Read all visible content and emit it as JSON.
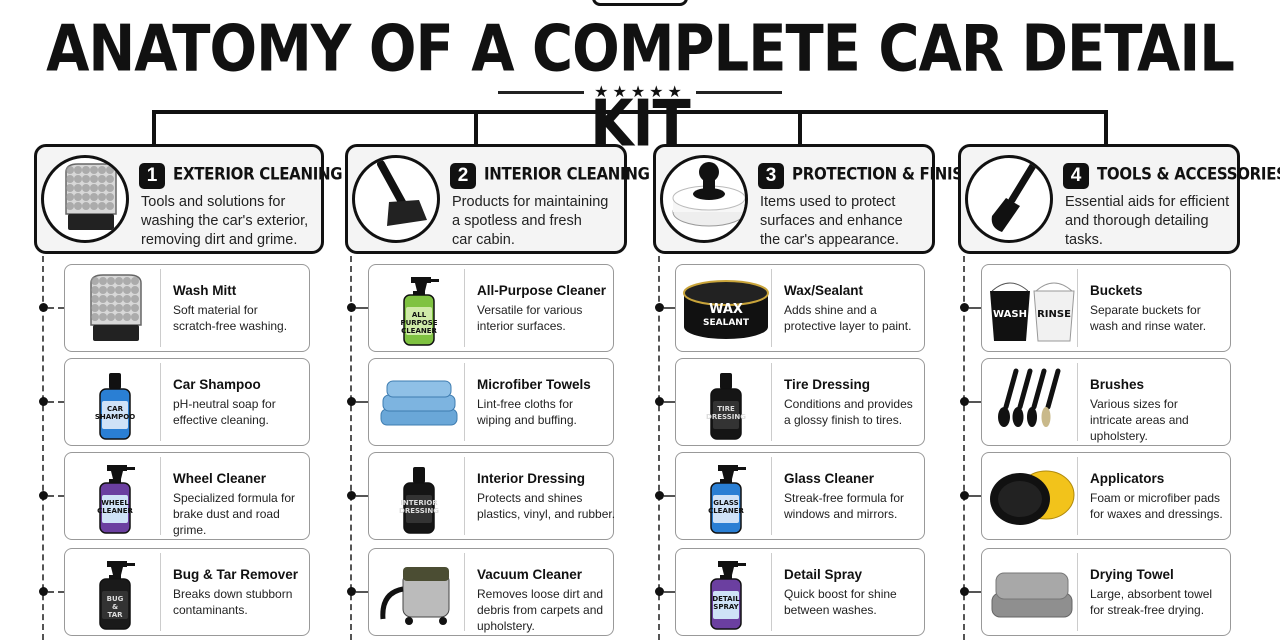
{
  "title": "ANATOMY OF A COMPLETE CAR DETAIL KIT",
  "stars": "★★★★★",
  "categories": [
    {
      "number": "1",
      "title": "EXTERIOR CLEANING",
      "desc": [
        "Tools and solutions for",
        "washing the car's exterior,",
        "removing dirt and grime."
      ],
      "icon": "wash-mitt-icon",
      "items": [
        {
          "name": "Wash Mitt",
          "desc": [
            "Soft material for",
            "scratch-free washing."
          ],
          "icon": "wash-mitt-icon"
        },
        {
          "name": "Car Shampoo",
          "desc": [
            "pH-neutral soap for",
            "effective cleaning."
          ],
          "icon": "shampoo-bottle-icon",
          "label": "CAR SHAMPOO"
        },
        {
          "name": "Wheel Cleaner",
          "desc": [
            "Specialized formula for",
            "brake dust and road grime."
          ],
          "icon": "spray-bottle-icon",
          "label": "WHEEL CLEANER"
        },
        {
          "name": "Bug & Tar Remover",
          "desc": [
            "Breaks down stubborn",
            "contaminants."
          ],
          "icon": "spray-bottle-icon",
          "label": "BUG & TAR REMOVER"
        }
      ]
    },
    {
      "number": "2",
      "title": "INTERIOR CLEANING",
      "desc": [
        "Products for maintaining",
        "a spotless and fresh",
        "car cabin."
      ],
      "icon": "vacuum-nozzle-icon",
      "items": [
        {
          "name": "All-Purpose Cleaner",
          "desc": [
            "Versatile for various",
            "interior surfaces."
          ],
          "icon": "spray-bottle-icon",
          "label": "ALL PURPOSE CLEANER"
        },
        {
          "name": "Microfiber Towels",
          "desc": [
            "Lint-free cloths for",
            "wiping and buffing."
          ],
          "icon": "towel-stack-icon"
        },
        {
          "name": "Interior Dressing",
          "desc": [
            "Protects and shines",
            "plastics, vinyl, and rubber."
          ],
          "icon": "dressing-bottle-icon",
          "label": "INTERIOR DRESSING"
        },
        {
          "name": "Vacuum Cleaner",
          "desc": [
            "Removes loose dirt and",
            "debris from carpets and",
            "upholstery."
          ],
          "icon": "shop-vacuum-icon"
        }
      ]
    },
    {
      "number": "3",
      "title": "PROTECTION & FINISHING",
      "desc": [
        "Items used to protect",
        "surfaces and enhance",
        "the car's appearance."
      ],
      "icon": "applicator-pad-icon",
      "items": [
        {
          "name": "Wax/Sealant",
          "desc": [
            "Adds shine and a",
            "protective layer to paint."
          ],
          "icon": "wax-tin-icon",
          "label": "WAX SEALANT"
        },
        {
          "name": "Tire Dressing",
          "desc": [
            "Conditions and provides",
            "a glossy finish to tires."
          ],
          "icon": "dressing-bottle-icon",
          "label": "TIRE DRESSING"
        },
        {
          "name": "Glass Cleaner",
          "desc": [
            "Streak-free formula for",
            "windows and mirrors."
          ],
          "icon": "spray-bottle-icon",
          "label": "GLASS CLEANER"
        },
        {
          "name": "Detail Spray",
          "desc": [
            "Quick boost for shine",
            "between washes."
          ],
          "icon": "spray-bottle-icon",
          "label": "DETAIL SPRAY"
        }
      ]
    },
    {
      "number": "4",
      "title": "TOOLS & ACCESSORIES",
      "desc": [
        "Essential aids for efficient",
        "and thorough detailing",
        "tasks."
      ],
      "icon": "detail-brush-icon",
      "items": [
        {
          "name": "Buckets",
          "desc": [
            "Separate buckets for",
            "wash and rinse water."
          ],
          "icon": "buckets-icon",
          "label": "WASH",
          "label2": "RINSE"
        },
        {
          "name": "Brushes",
          "desc": [
            "Various sizes for",
            "intricate areas and",
            "upholstery."
          ],
          "icon": "brushes-icon"
        },
        {
          "name": "Applicators",
          "desc": [
            "Foam or microfiber pads",
            "for waxes and dressings."
          ],
          "icon": "foam-pads-icon"
        },
        {
          "name": "Drying Towel",
          "desc": [
            "Large, absorbent towel",
            "for streak-free drying."
          ],
          "icon": "drying-towel-icon"
        }
      ]
    }
  ],
  "colors": {
    "ink": "#111111",
    "panel": "#f4f4f4",
    "green_liquid": "#7fc241",
    "blue_liquid": "#2a7fd4",
    "purple_liquid": "#6b3fa0",
    "towel_blue": "#6aa7d8",
    "pad_yellow": "#f2c31b"
  }
}
